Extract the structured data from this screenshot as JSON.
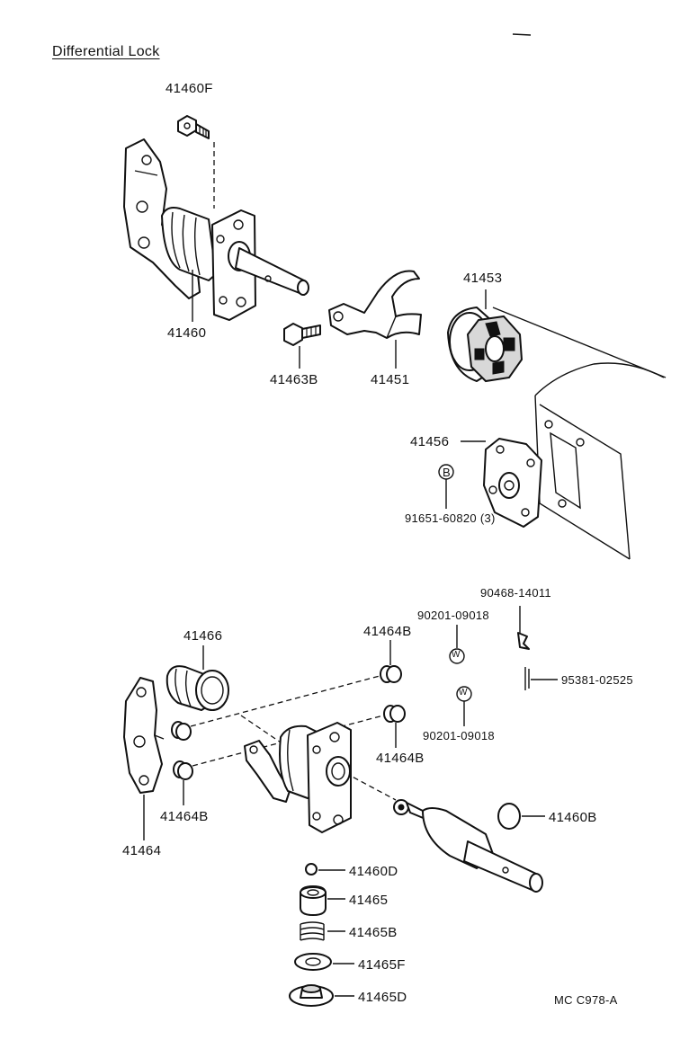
{
  "title": "Differential Lock",
  "footer_code": "MC  C978-A",
  "labels": {
    "p41460F": "41460F",
    "p41460": "41460",
    "p41463B": "41463B",
    "p41451": "41451",
    "p41453": "41453",
    "p41456": "41456",
    "b_mark": "B",
    "p91651": "91651-60820 (3)",
    "p90468": "90468-14011",
    "p90201_a": "90201-09018",
    "p90201_b": "90201-09018",
    "w_mark": "W",
    "p95381": "95381-02525",
    "p41466": "41466",
    "p41464B_top": "41464B",
    "p41464B_mid": "41464B",
    "p41464B_left": "41464B",
    "p41464": "41464",
    "p41460B": "41460B",
    "p41460D": "41460D",
    "p41465": "41465",
    "p41465B": "41465B",
    "p41465F": "41465F",
    "p41465D": "41465D"
  }
}
